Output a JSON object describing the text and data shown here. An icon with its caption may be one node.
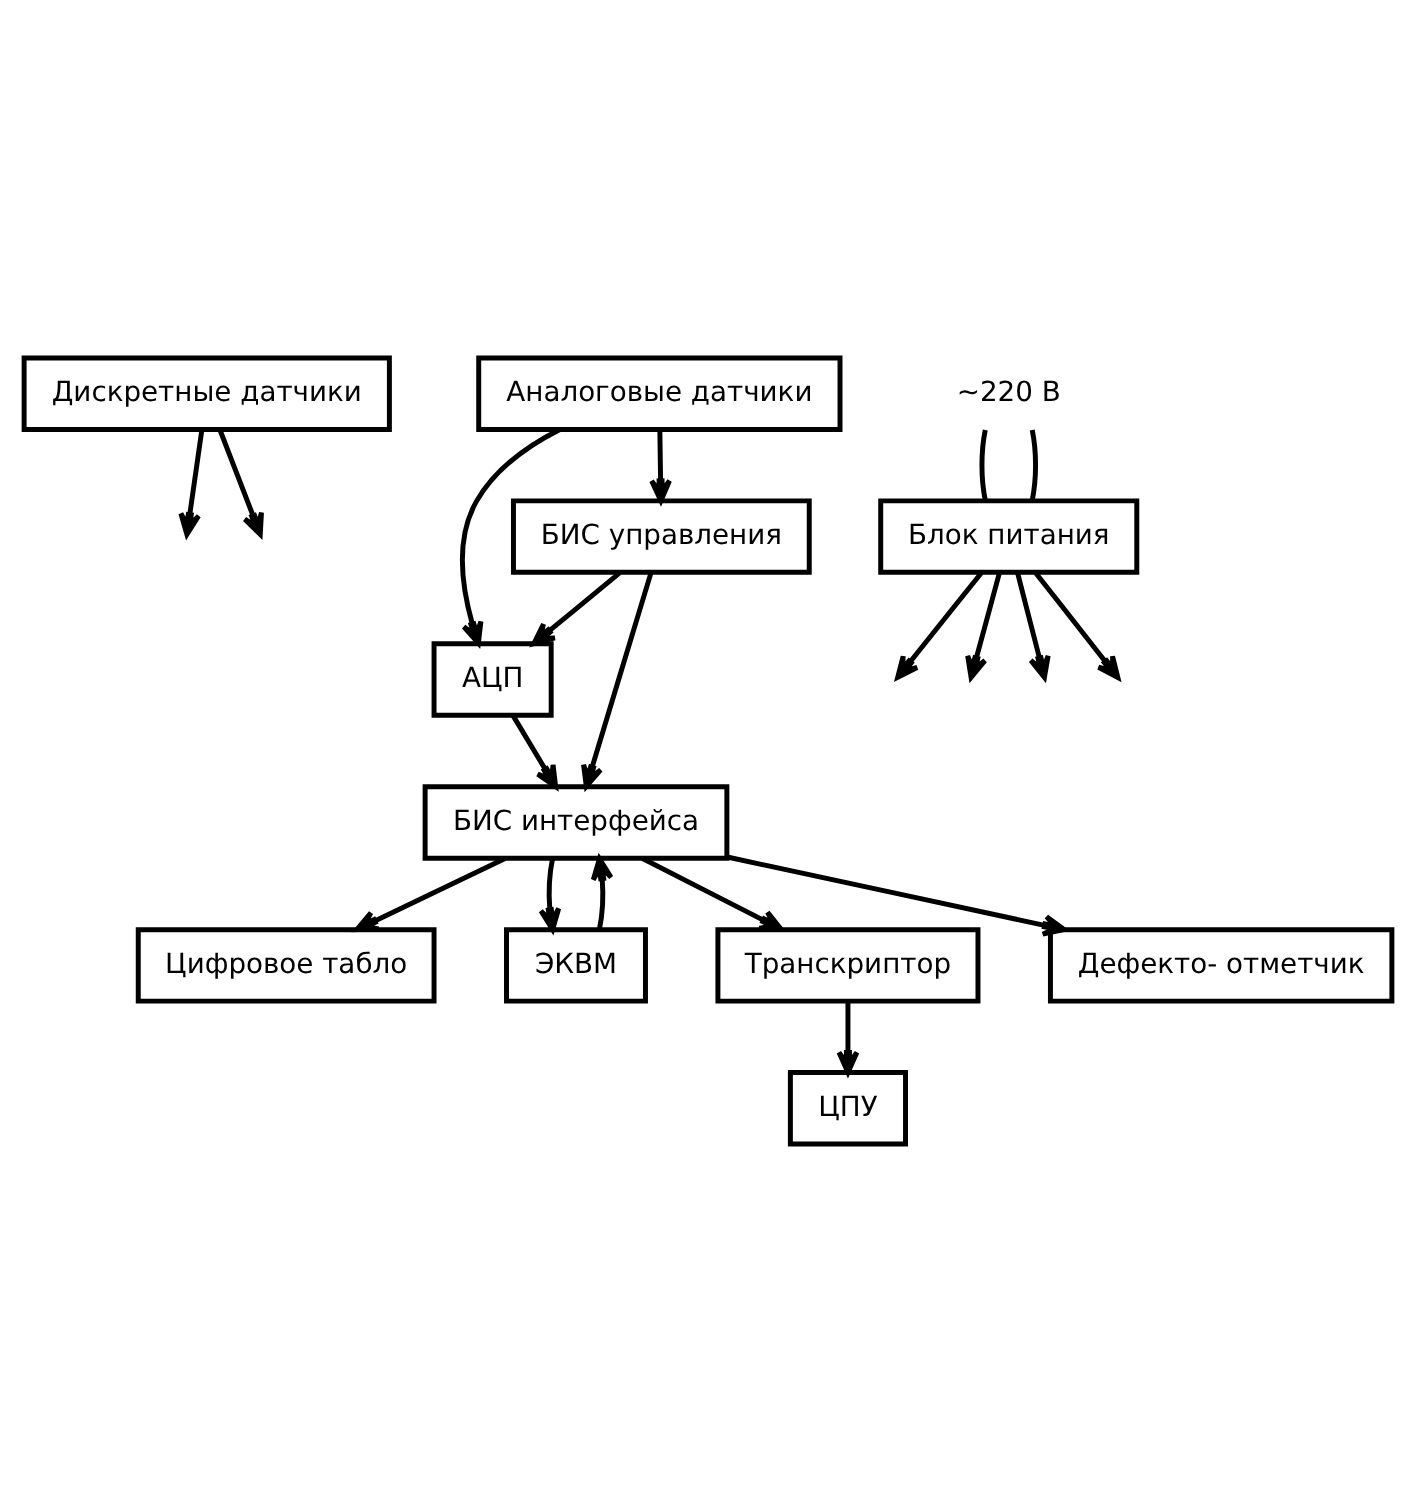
{
  "diagram": {
    "nodes": [
      {
        "text": [
          "Дискретные датчики"
        ]
      },
      {
        "text": [
          "Аналоговые датчики"
        ]
      },
      {
        "text": [
          "АЦП"
        ]
      },
      {
        "text": [
          "БИС управления"
        ]
      },
      {
        "text": [
          "БИС интерфейса"
        ]
      },
      {
        "text": [
          "Цифровое табло"
        ]
      },
      {
        "text": [
          "ЭКВМ"
        ]
      },
      {
        "text": [
          "Транскриптор"
        ]
      },
      {
        "text": [
          "Дефекто- отметчик"
        ]
      },
      {
        "text": [
          "ЦПУ"
        ]
      },
      {
        "text": [
          "Блок питания"
        ]
      },
      {
        "text": [
          "~220 В"
        ]
      }
    ],
    "edges": [
      {
        "from": 0,
        "to": null,
        "arrow": "to"
      },
      {
        "from": 0,
        "to": null,
        "arrow": "to"
      },
      {
        "from": 1,
        "to": 2,
        "arrow": "to"
      },
      {
        "from": 1,
        "to": 3,
        "arrow": "to"
      },
      {
        "from": 3,
        "to": 2,
        "arrow": "to"
      },
      {
        "from": 2,
        "to": 4,
        "arrow": "to"
      },
      {
        "from": 3,
        "to": 4,
        "arrow": "to"
      },
      {
        "from": 6,
        "to": 4,
        "arrow": "to"
      },
      {
        "from": 4,
        "to": 5,
        "arrow": "to"
      },
      {
        "from": 4,
        "to": 6,
        "arrow": "to"
      },
      {
        "from": 4,
        "to": 8,
        "arrow": "to"
      },
      {
        "from": 4,
        "to": 7,
        "arrow": "to"
      },
      {
        "from": 7,
        "to": 9,
        "arrow": "to"
      },
      {
        "from": 11,
        "to": 10,
        "arrow": "none"
      },
      {
        "from": 11,
        "to": 10,
        "arrow": "none"
      },
      {
        "from": 10,
        "to": null,
        "arrow": "to"
      },
      {
        "from": 10,
        "to": null,
        "arrow": "to"
      },
      {
        "from": 10,
        "to": null,
        "arrow": "to"
      },
      {
        "from": 10,
        "to": null,
        "arrow": "to"
      }
    ]
  }
}
